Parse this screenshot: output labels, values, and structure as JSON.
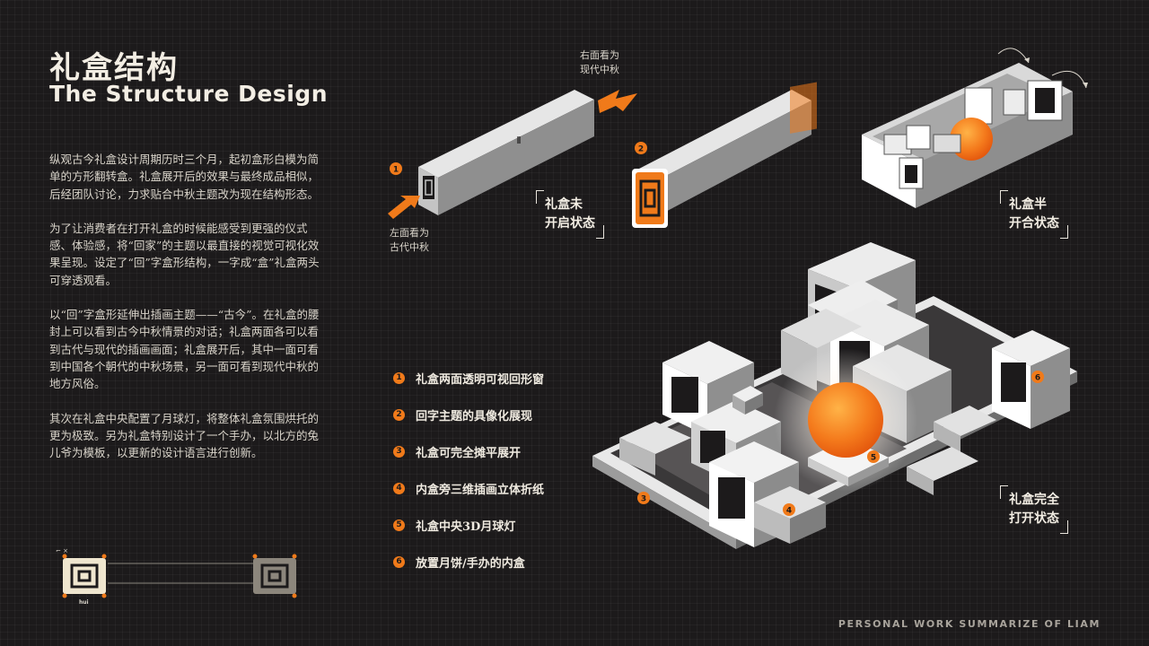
{
  "title_cn": "礼盒结构",
  "title_en": "The Structure Design",
  "body_paragraphs": [
    "纵观古今礼盒设计周期历时三个月，起初盒形白模为简单的方形翻转盒。礼盒展开后的效果与最终成品相似，后经团队讨论，力求贴合中秋主题改为现在结构形态。",
    "为了让消费者在打开礼盒的时候能感受到更强的仪式感、体验感，将“回家”的主题以最直接的视觉可视化效果呈现。设定了“回”字盒形结构，一字成“盒”礼盒两头可穿透观看。",
    "以“回”字盒形延伸出插画主题——“古今”。在礼盒的腰封上可以看到古今中秋情景的对话；礼盒两面各可以看到古代与现代的插画画面；礼盒展开后，其中一面可看到中国各个朝代的中秋场景，另一面可看到现代中秋的地方风俗。",
    "其次在礼盒中央配置了月球灯，将整体礼盒氛围烘托的更为极致。另为礼盒特别设计了一个手办，以北方的兔儿爷为模板，以更新的设计语言进行创新。"
  ],
  "annotations": {
    "right_view": [
      "右面看为",
      "现代中秋"
    ],
    "left_view": [
      "左面看为",
      "古代中秋"
    ]
  },
  "states": {
    "closed": [
      "礼盒未",
      "开启状态"
    ],
    "half": [
      "礼盒半",
      "开合状态"
    ],
    "open": [
      "礼盒完全",
      "打开状态"
    ]
  },
  "callout_numbers": [
    "1",
    "2",
    "3",
    "4",
    "5",
    "6"
  ],
  "features": [
    {
      "num": "1",
      "text": "礼盒两面透明可视回形窗"
    },
    {
      "num": "2",
      "text": "回字主题的具像化展现"
    },
    {
      "num": "3",
      "text": "礼盒可完全摊平展开"
    },
    {
      "num": "4",
      "text": "内盒旁三维插画立体折纸"
    },
    {
      "num": "5",
      "text": "礼盒中央3D月球灯"
    },
    {
      "num": "6",
      "text": "放置月饼/手办的内盒"
    }
  ],
  "hui_label": "hui",
  "footer": "PERSONAL WORK SUMMARIZE OF LIAM",
  "colors": {
    "background": "#1c1a1b",
    "accent": "#f07a1a",
    "box_top": "#e6e6e6",
    "box_left": "#b8b8b8",
    "box_right": "#8e8e8e",
    "text": "#e8e4dc"
  }
}
